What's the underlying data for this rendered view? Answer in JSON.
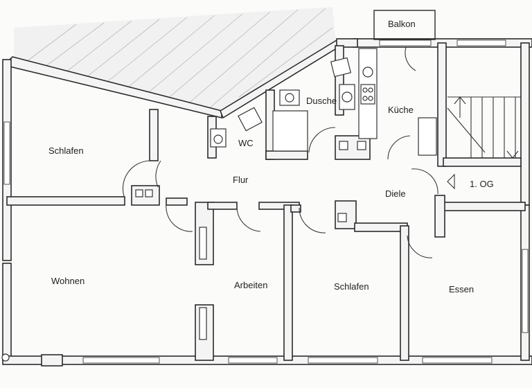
{
  "rooms": {
    "balkon": "Balkon",
    "dusche": "Dusche",
    "kueche": "Küche",
    "wc": "WC",
    "schlafen_left": "Schlafen",
    "flur": "Flur",
    "diele": "Diele",
    "og": "1. OG",
    "wohnen": "Wohnen",
    "arbeiten": "Arbeiten",
    "schlafen_mid": "Schlafen",
    "essen": "Essen"
  }
}
